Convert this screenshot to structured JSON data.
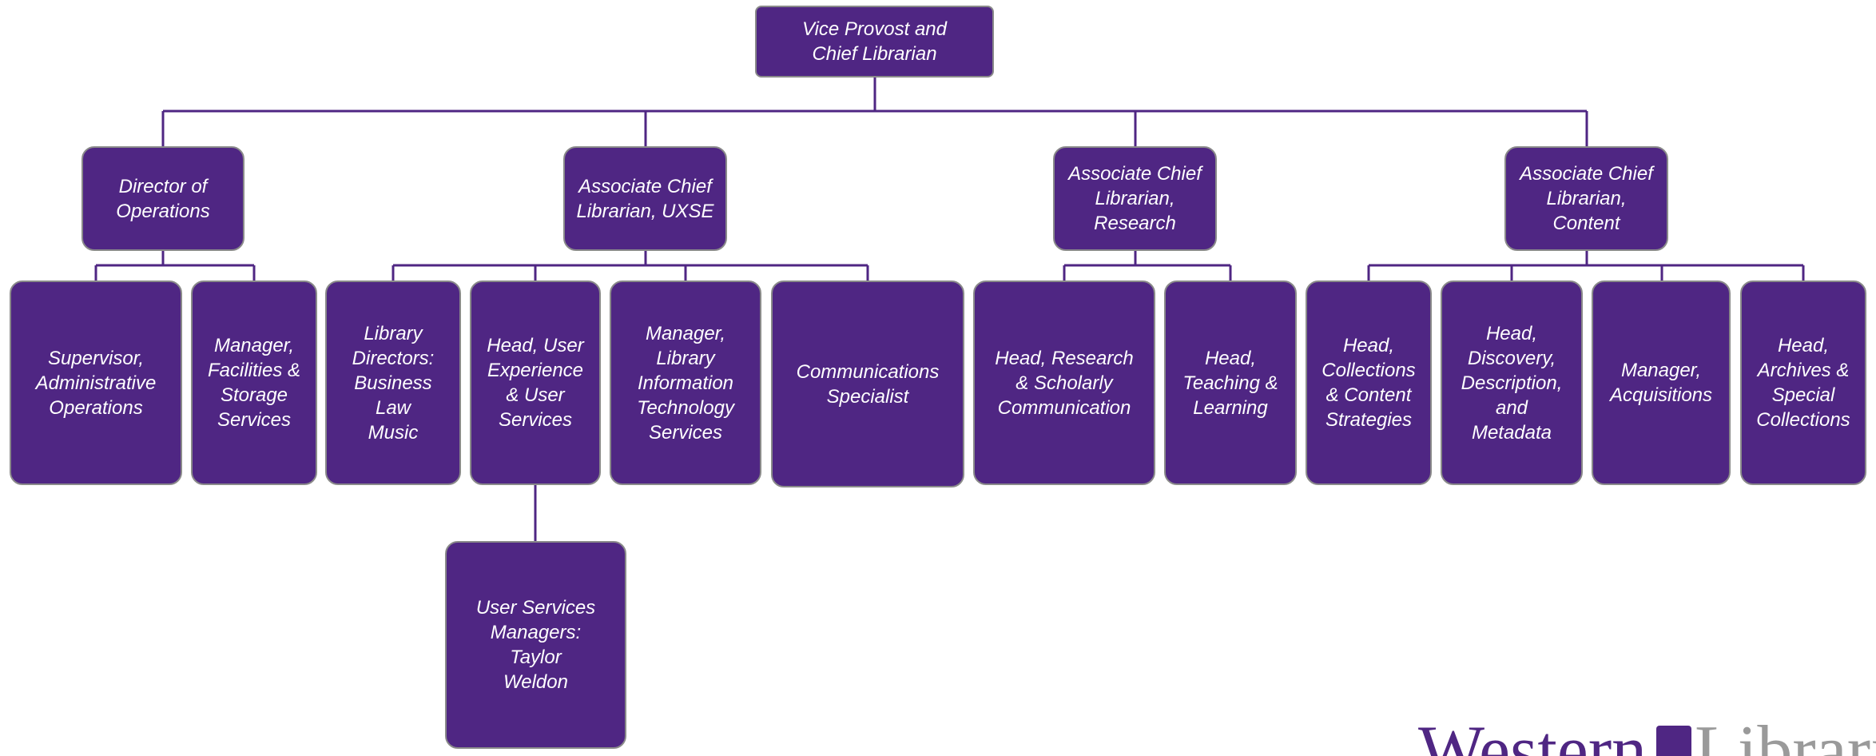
{
  "colors": {
    "node_fill": "#4f2683",
    "node_border": "#8a8a8a",
    "connector": "#4f2683",
    "text": "#ffffff"
  },
  "chart": {
    "root": "Vice Provost and\nChief Librarian",
    "level1": {
      "operations": "Director of\nOperations",
      "uxse": "Associate Chief\nLibrarian, UXSE",
      "research": "Associate Chief\nLibrarian,\nResearch",
      "content": "Associate Chief\nLibrarian,\nContent"
    },
    "level2": {
      "supervisor_admin": "Supervisor,\nAdministrative\nOperations",
      "manager_facilities": "Manager,\nFacilities &\nStorage\nServices",
      "library_directors": "Library\nDirectors:\nBusiness\nLaw\nMusic",
      "head_ux": "Head, User\nExperience\n& User\nServices",
      "manager_lits": "Manager,\nLibrary\nInformation\nTechnology\nServices",
      "communications": "Communications\nSpecialist",
      "head_research": "Head, Research\n& Scholarly\nCommunication",
      "head_teaching": "Head,\nTeaching &\nLearning",
      "head_collections": "Head,\nCollections\n& Content\nStrategies",
      "head_discovery": "Head,\nDiscovery,\nDescription,\nand\nMetadata",
      "manager_acquisitions": "Manager,\nAcquisitions",
      "head_archives": "Head,\nArchives &\nSpecial\nCollections"
    },
    "level3": {
      "user_services_managers": "User Services\nManagers:\nTaylor\nWeldon"
    }
  },
  "watermark": {
    "brand": "Western",
    "word": "Libraries"
  }
}
